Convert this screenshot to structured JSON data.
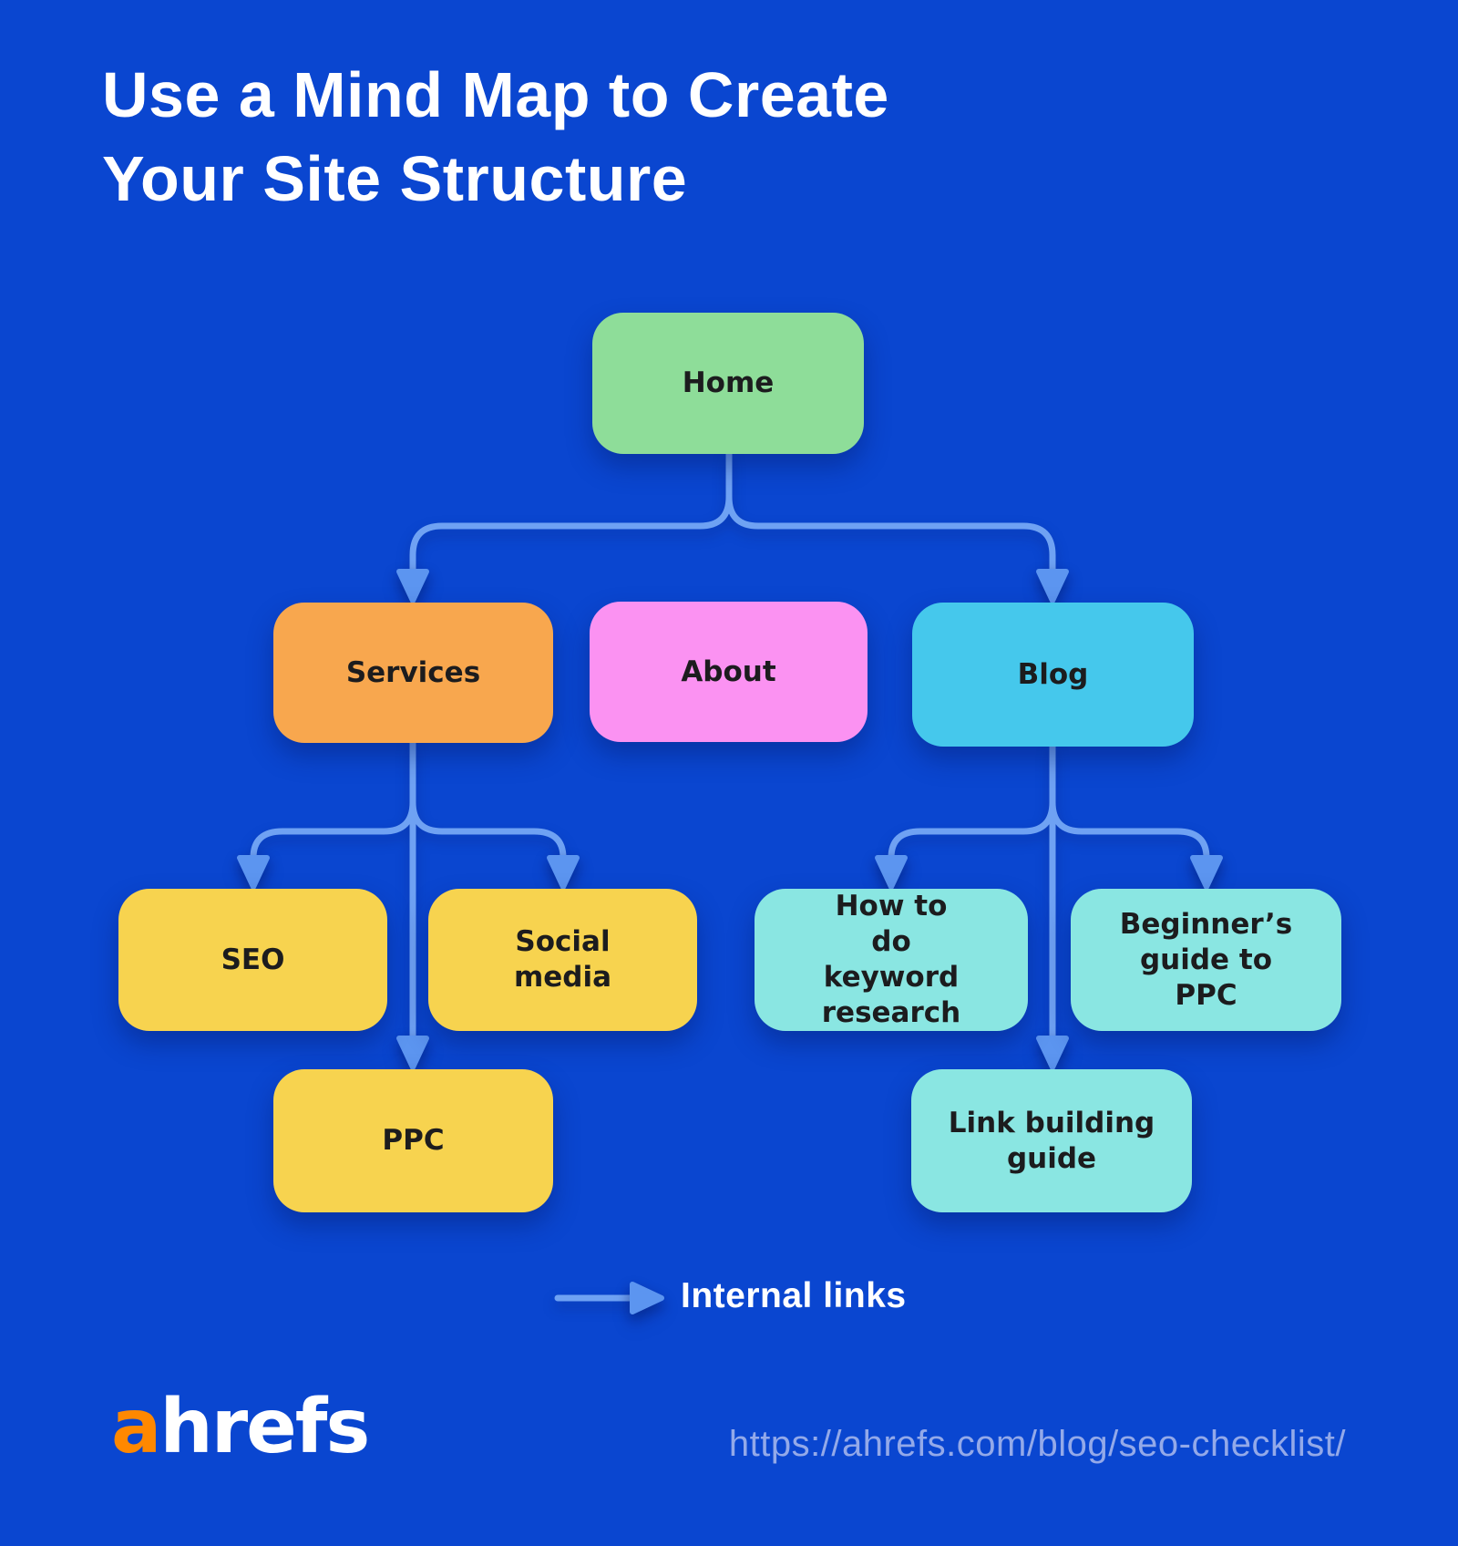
{
  "title": {
    "line1": "Use a Mind Map to Create",
    "line2": "Your Site Structure"
  },
  "colors": {
    "background": "#0A46D0",
    "title_text": "#FFFFFF",
    "node_text": "#1C1C1E",
    "connector": "#6FA2F3",
    "arrowhead": "#5C95F0",
    "home": "#8EDD99",
    "services": "#F8A74E",
    "about": "#FB92F2",
    "blog": "#45C8EC",
    "level3_yellow": "#F7D34F",
    "level3_teal": "#8AE6E2",
    "legend_text": "#FFFFFF",
    "logo_a": "#FF8800",
    "logo_rest": "#FFFFFF",
    "url_text": "#93A9E9"
  },
  "nodes": {
    "home": {
      "label": "Home",
      "color": "#8EDD99"
    },
    "services": {
      "label": "Services",
      "color": "#F8A74E"
    },
    "about": {
      "label": "About",
      "color": "#FB92F2"
    },
    "blog": {
      "label": "Blog",
      "color": "#45C8EC"
    },
    "seo": {
      "label": "SEO",
      "color": "#F7D34F"
    },
    "social_media": {
      "label": "Social media",
      "color": "#F7D34F"
    },
    "ppc": {
      "label": "PPC",
      "color": "#F7D34F"
    },
    "keyword_research": {
      "label": "How to do keyword research",
      "color": "#8AE6E2"
    },
    "beginners_guide": {
      "label": "Beginner’s guide to PPC",
      "color": "#8AE6E2"
    },
    "link_building": {
      "label": "Link building guide",
      "color": "#8AE6E2"
    }
  },
  "edges": [
    {
      "from": "home",
      "to": "services"
    },
    {
      "from": "home",
      "to": "blog"
    },
    {
      "from": "services",
      "to": "seo"
    },
    {
      "from": "services",
      "to": "social_media"
    },
    {
      "from": "services",
      "to": "ppc"
    },
    {
      "from": "blog",
      "to": "keyword_research"
    },
    {
      "from": "blog",
      "to": "beginners_guide"
    },
    {
      "from": "blog",
      "to": "link_building"
    }
  ],
  "legend": {
    "label": "Internal links"
  },
  "footer": {
    "logo_a": "a",
    "logo_rest": "hrefs",
    "url": "https://ahrefs.com/blog/seo-checklist/"
  }
}
